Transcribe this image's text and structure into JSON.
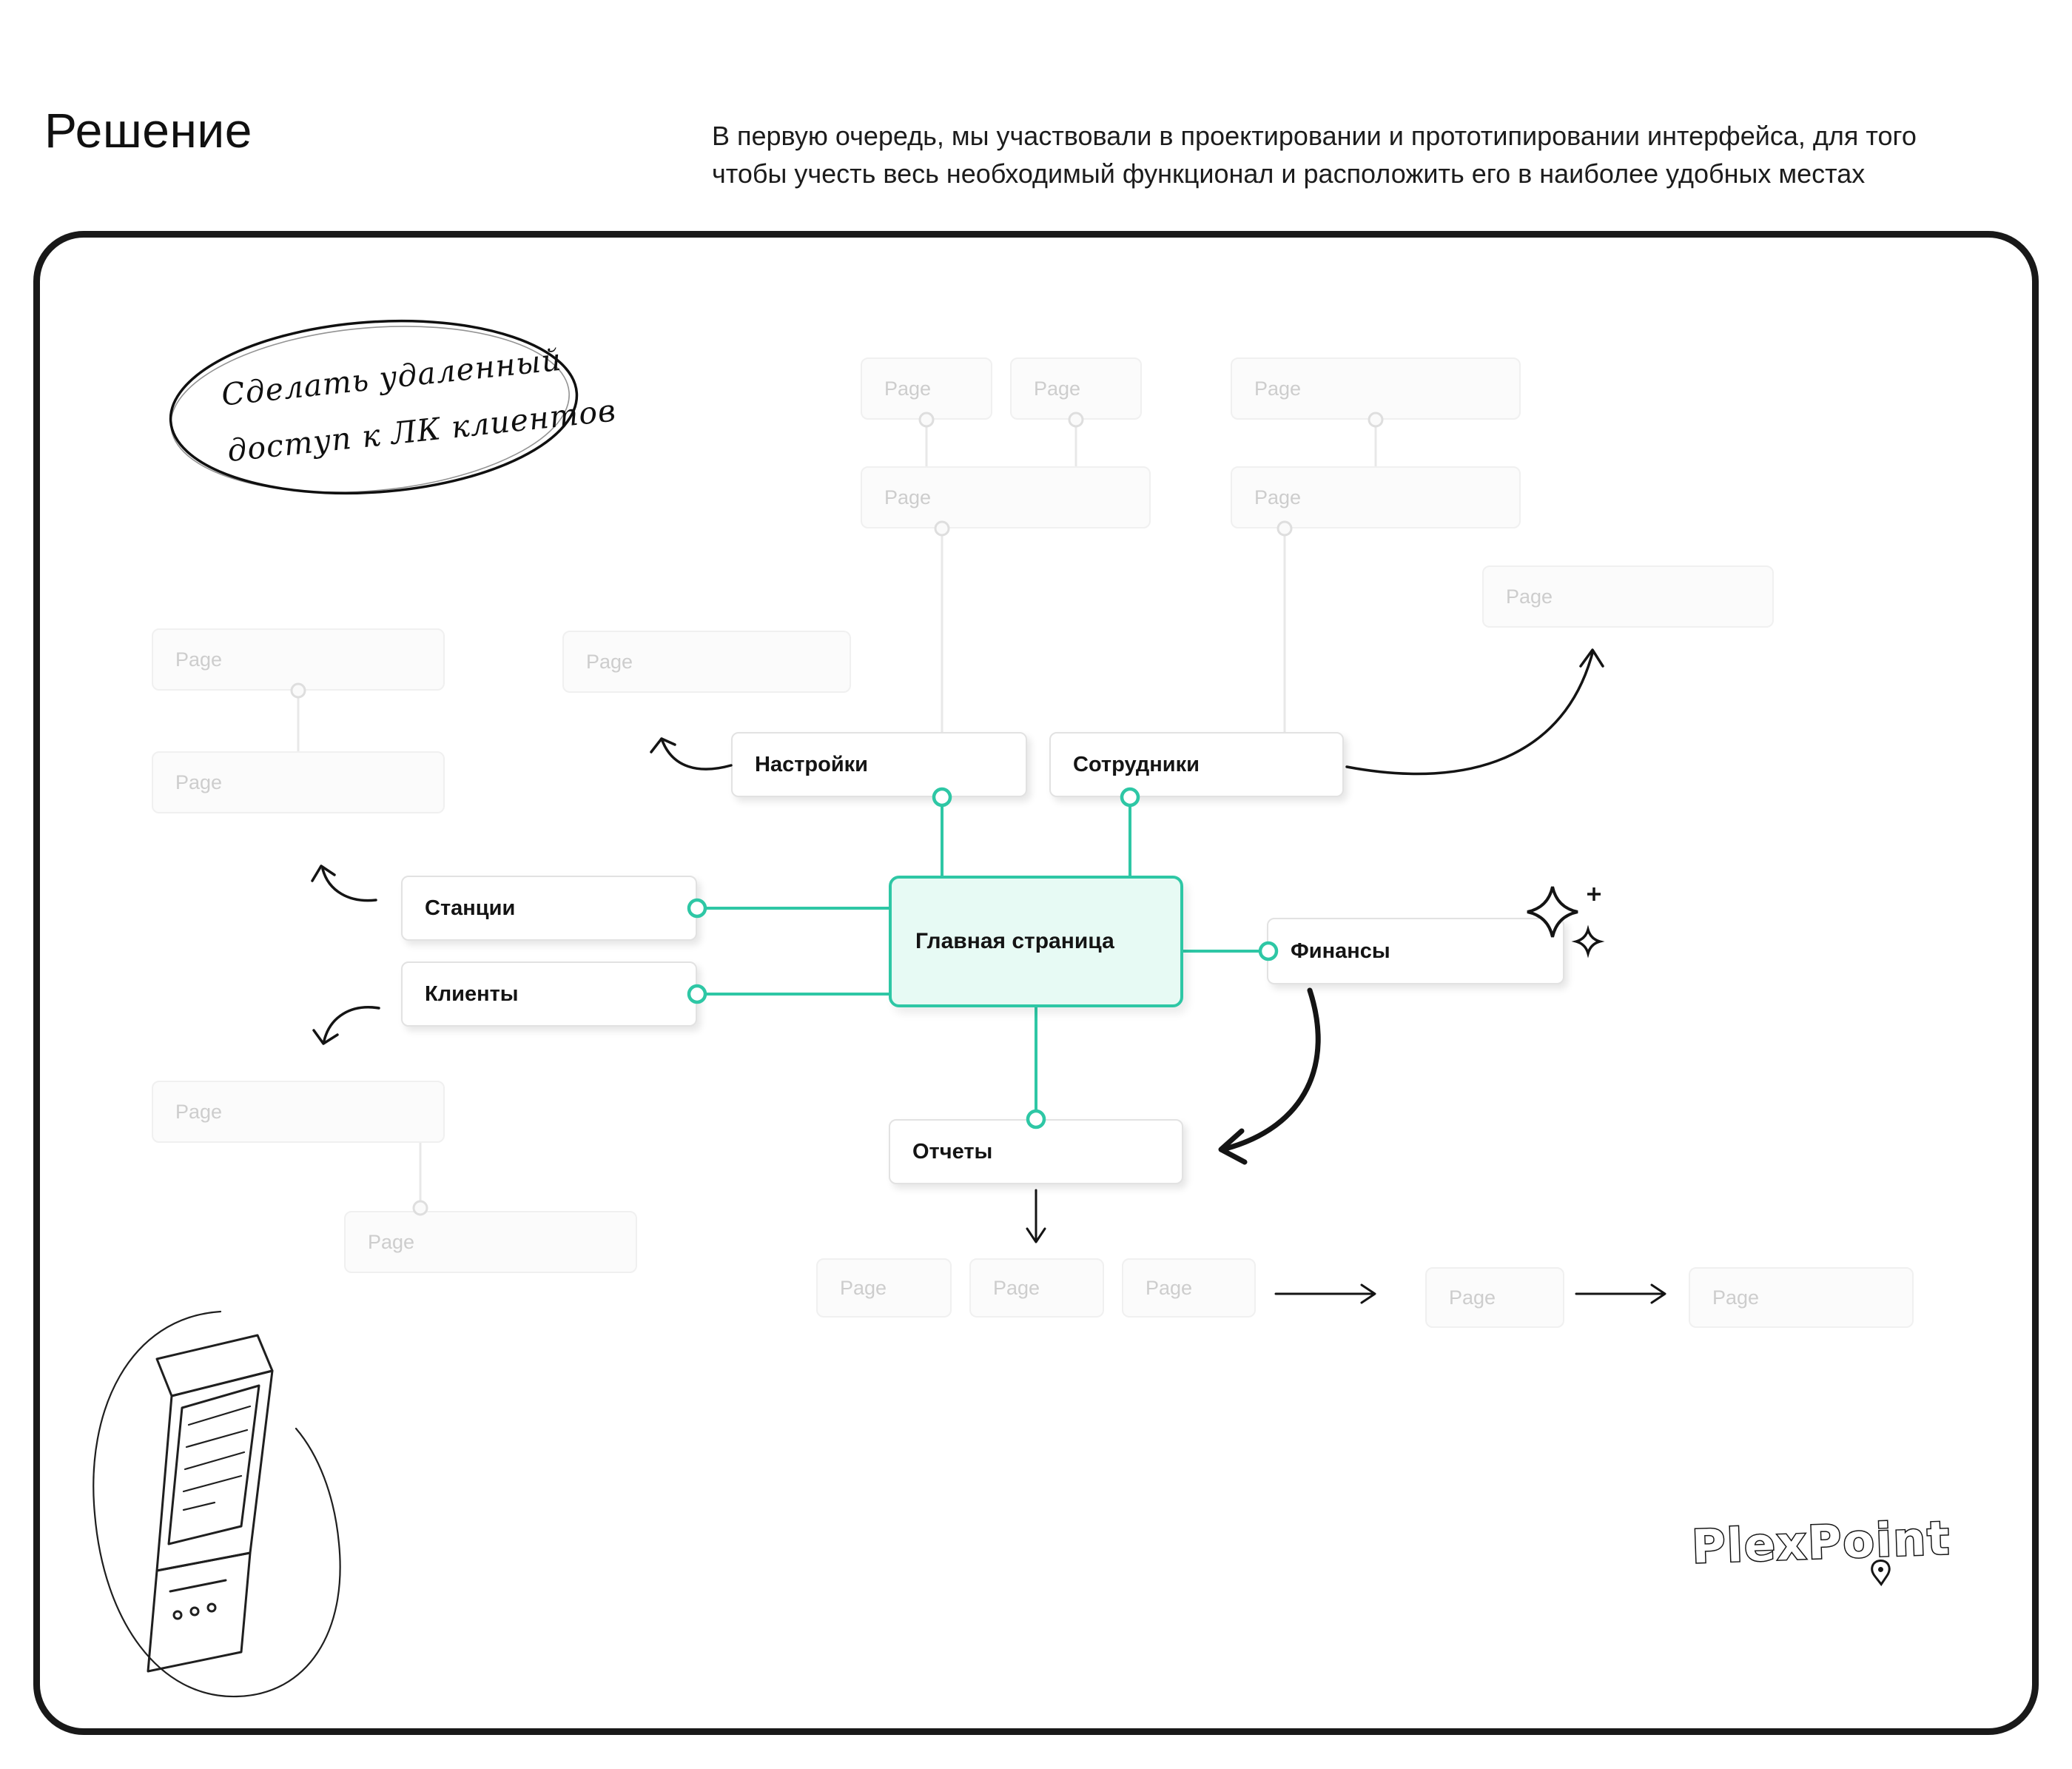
{
  "header": {
    "title": "Решение",
    "description_line1": "В первую очередь, мы участвовали в проектировании и прототипировании интерфейса, для того",
    "description_line2": "чтобы учесть весь необходимый функционал и расположить его в наиболее удобных местах"
  },
  "annotation_bubble": {
    "line1": "Сделать удаленный",
    "line2": "доступ к ЛК клиентов"
  },
  "diagram": {
    "ghost_label": "Page",
    "main_page": "Главная страница",
    "settings": "Настройки",
    "employees": "Сотрудники",
    "stations": "Станции",
    "clients": "Клиенты",
    "finances": "Финансы",
    "reports": "Отчеты"
  },
  "branding": {
    "logo": "PlexPoint"
  },
  "colors": {
    "accent": "#2ec7a5",
    "accent_fill": "#e7faf4",
    "ghost_border": "#f0f0f0",
    "ghost_text": "#cdcdcd",
    "frame": "#191919"
  }
}
